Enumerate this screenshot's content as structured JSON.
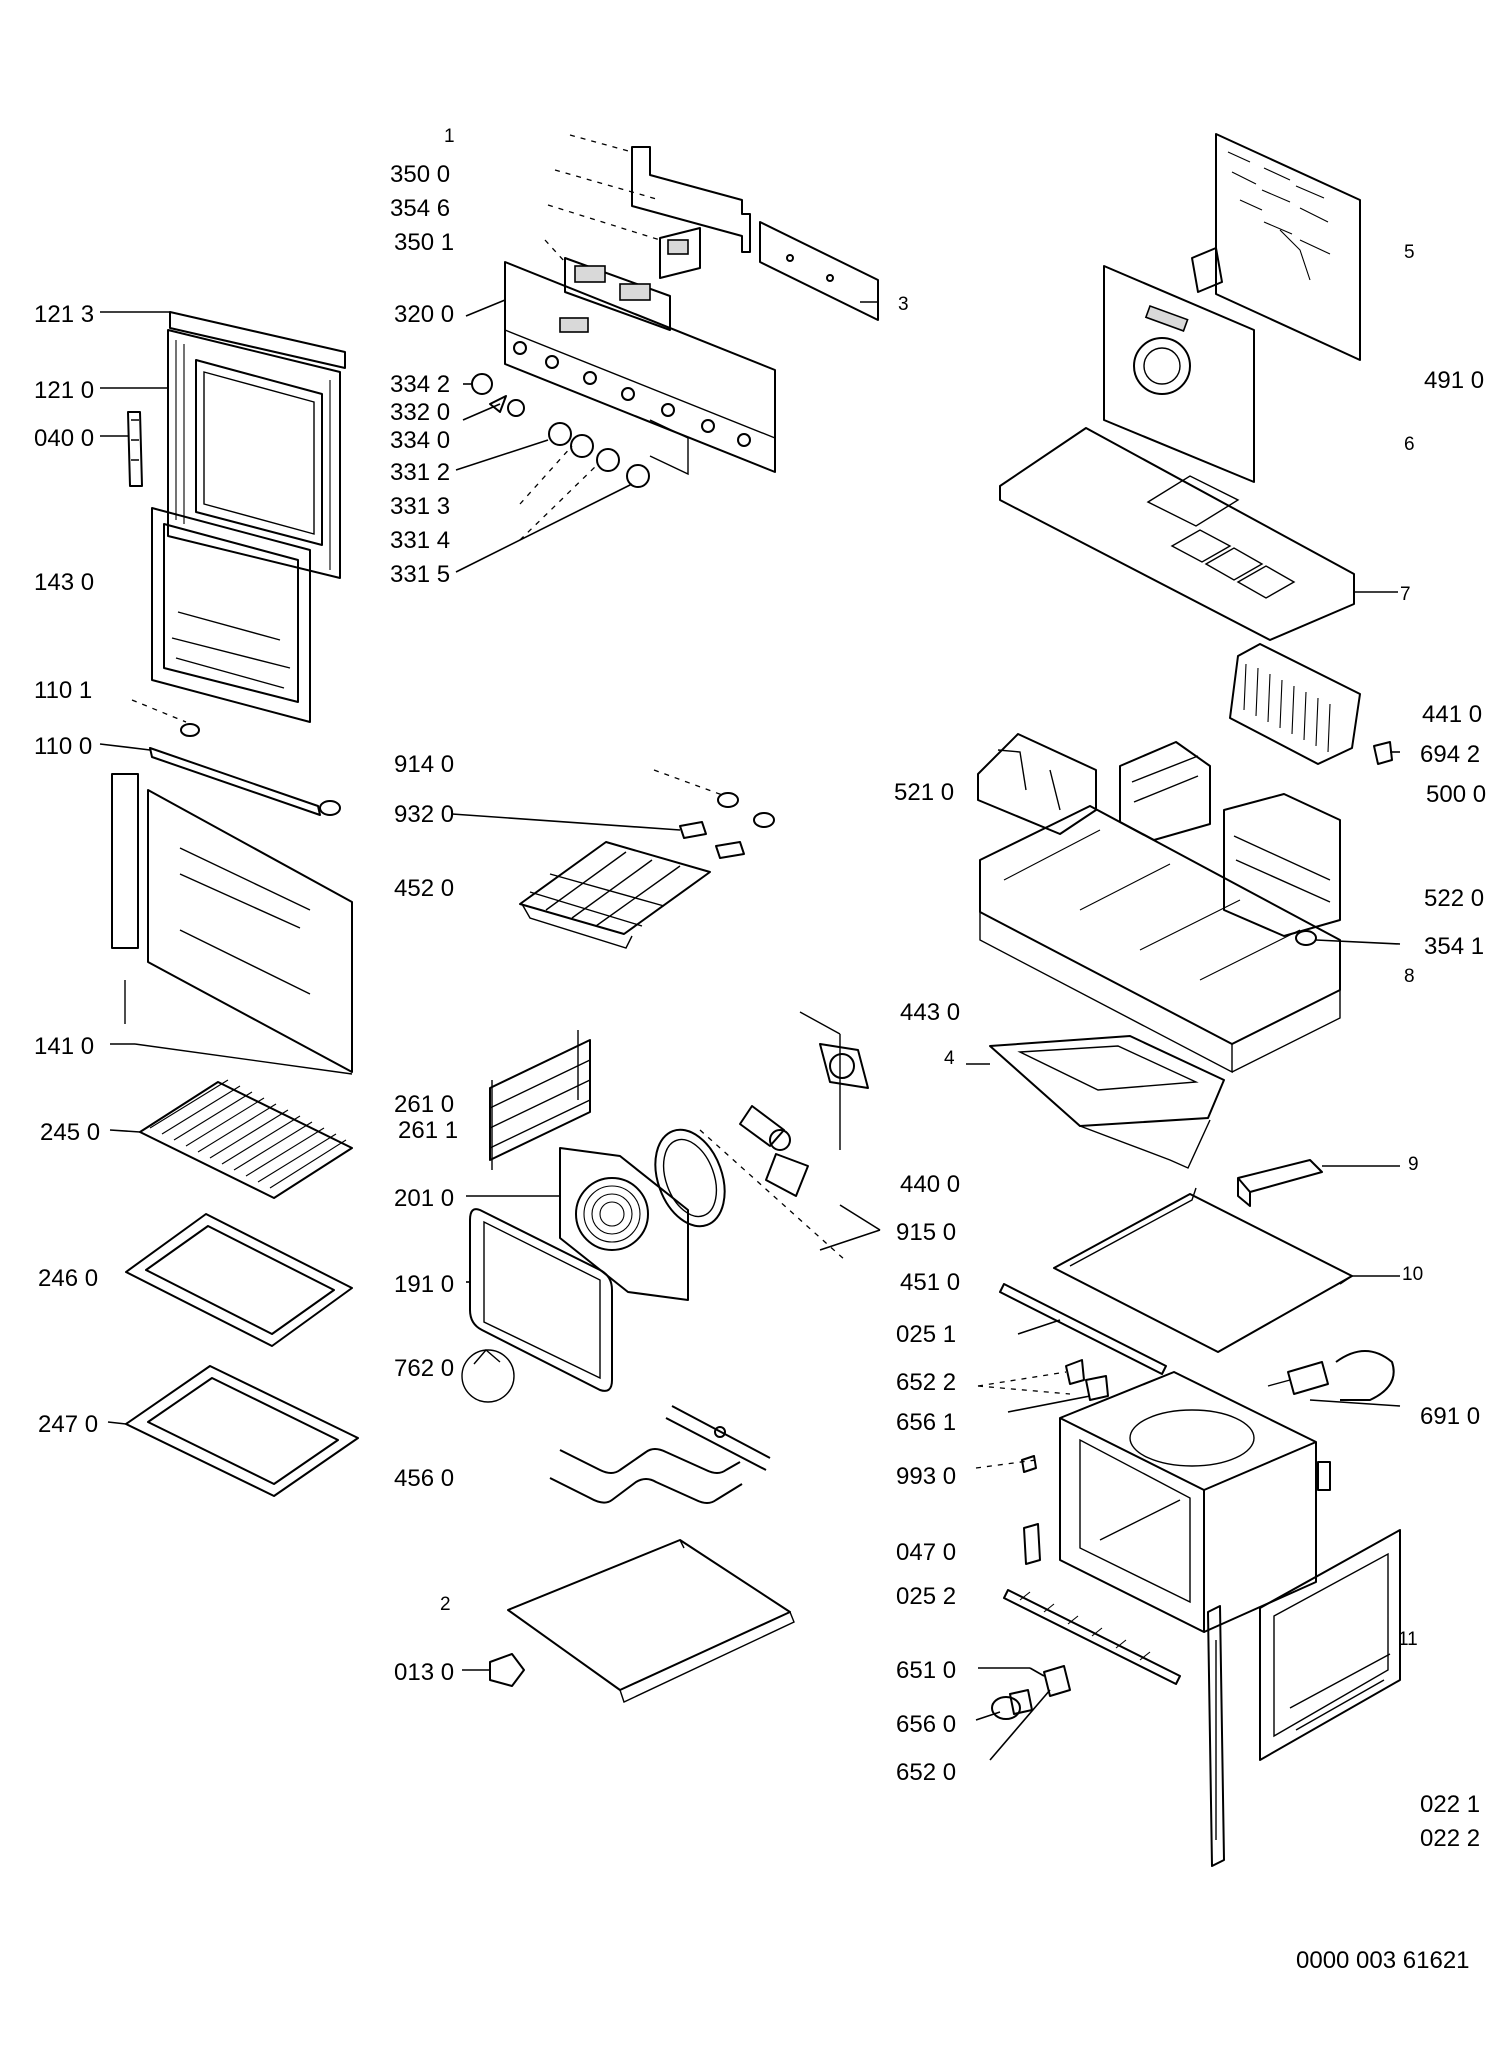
{
  "drawing_number": "0000 003 61621",
  "group_numbers": [
    "1",
    "2",
    "3",
    "4",
    "5",
    "6",
    "7",
    "8",
    "9",
    "10",
    "11"
  ],
  "part_labels": {
    "p1213": "121 3",
    "p1210": "121 0",
    "p0400": "040 0",
    "p1430": "143 0",
    "p1101": "110 1",
    "p1100": "110 0",
    "p1410": "141 0",
    "p2450": "245 0",
    "p2460": "246 0",
    "p2470": "247 0",
    "p3500": "350 0",
    "p3546": "354 6",
    "p3501": "350 1",
    "p3200": "320 0",
    "p3342": "334 2",
    "p3320": "332 0",
    "p3340": "334 0",
    "p3312": "331 2",
    "p3313": "331 3",
    "p3314": "331 4",
    "p3315": "331 5",
    "p9140": "914 0",
    "p9320": "932 0",
    "p4520": "452 0",
    "p2610": "261 0",
    "p2611": "261 1",
    "p2010": "201 0",
    "p1910": "191 0",
    "p7620": "762 0",
    "p4560": "456 0",
    "p0130": "013 0",
    "p4430": "443 0",
    "p4400": "440 0",
    "p9150": "915 0",
    "p4510": "451 0",
    "p0251": "025 1",
    "p6522": "652 2",
    "p6561": "656 1",
    "p9930": "993 0",
    "p0470": "047 0",
    "p0252": "025 2",
    "p6510": "651 0",
    "p6560": "656 0",
    "p6520": "652 0",
    "p4910": "491 0",
    "p4410": "441 0",
    "p6942": "694 2",
    "p5000": "500 0",
    "p5210": "521 0",
    "p5220": "522 0",
    "p3541": "354 1",
    "p6910": "691 0",
    "p0221": "022 1",
    "p0222": "022 2"
  }
}
